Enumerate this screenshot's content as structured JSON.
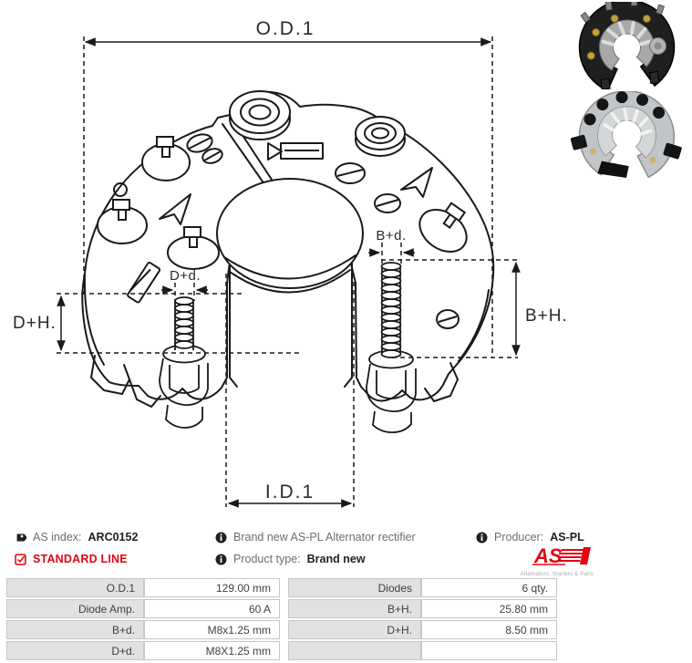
{
  "drawing": {
    "od1": "O.D.1",
    "id1": "I.D.1",
    "dh": "D+H.",
    "bh": "B+H.",
    "dd": "D+d.",
    "bd": "B+d."
  },
  "info": {
    "as_index_label": "AS index:",
    "as_index_value": "ARC0152",
    "standard_line": "STANDARD LINE",
    "description": "Brand new AS-PL Alternator rectifier",
    "product_type_label": "Product type:",
    "product_type_value": "Brand new",
    "producer_label": "Producer:",
    "producer_value": "AS-PL",
    "logo_text": "AS",
    "logo_subtext": "Alternators, Starters & Parts"
  },
  "specs": {
    "rows": [
      {
        "label": "O.D.1",
        "value": "129.00 mm",
        "label2": "Diodes",
        "value2": "6 qty."
      },
      {
        "label": "Diode Amp.",
        "value": "60 A",
        "label2": "B+H.",
        "value2": "25.80 mm"
      },
      {
        "label": "B+d.",
        "value": "M8x1.25 mm",
        "label2": "D+H.",
        "value2": "8.50 mm"
      },
      {
        "label": "D+d.",
        "value": "M8X1.25 mm",
        "label2": "",
        "value2": ""
      }
    ]
  },
  "colors": {
    "accent_red": "#e30613",
    "table_gray": "#e1e1e1",
    "line_black": "#1a1a1a"
  }
}
